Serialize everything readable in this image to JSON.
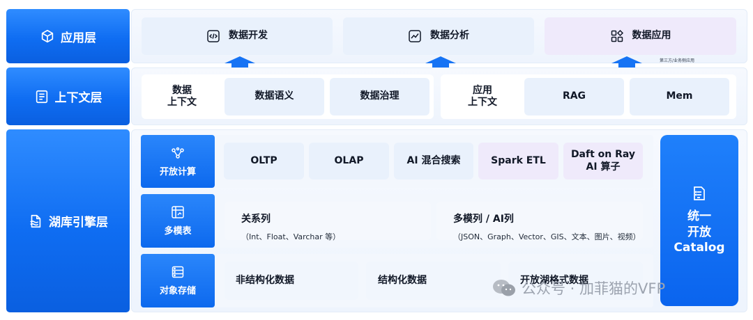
{
  "layers": {
    "app": {
      "label": "应用层",
      "icon": "cube-icon"
    },
    "context": {
      "label": "上下文层",
      "icon": "document-lines-icon"
    },
    "engine": {
      "label": "湖库引擎层",
      "icon": "document-wave-icon"
    }
  },
  "app_items": [
    {
      "label": "数据开发",
      "icon": "code-icon"
    },
    {
      "label": "数据分析",
      "icon": "chart-icon"
    },
    {
      "label": "数据应用",
      "icon": "apps-icon"
    }
  ],
  "app_note": "第三方/业务侧应用",
  "context": {
    "data_group_title": "数据\n上下文",
    "data_items": [
      "数据语义",
      "数据治理"
    ],
    "app_group_title": "应用\n上下文",
    "app_items": [
      "RAG",
      "Mem"
    ]
  },
  "engine": {
    "compute": {
      "label": "开放计算",
      "icon": "nodes-icon",
      "items": [
        "OLTP",
        "OLAP",
        "AI 混合搜索",
        "Spark ETL",
        "Daft on Ray\nAI 算子"
      ]
    },
    "multi_table": {
      "label": "多模表",
      "icon": "table-icon",
      "items": [
        {
          "title": "关系列",
          "desc": "（Int、Float、Varchar 等）"
        },
        {
          "title": "多模列 / AI列",
          "desc": "（JSON、Graph、Vector、GIS、文本、图片、视频）"
        }
      ]
    },
    "storage": {
      "label": "对象存储",
      "icon": "storage-icon",
      "items": [
        "非结构化数据",
        "结构化数据",
        "开放湖格式数据"
      ]
    },
    "catalog": {
      "label": "统一\n开放\nCatalog",
      "icon": "list-document-icon"
    }
  },
  "watermark": "公众号 · 加菲猫的VFP",
  "colors": {
    "primary": "#0f6df2",
    "tile_blue": "#e9f1fc",
    "tile_purple": "#efeafb"
  }
}
